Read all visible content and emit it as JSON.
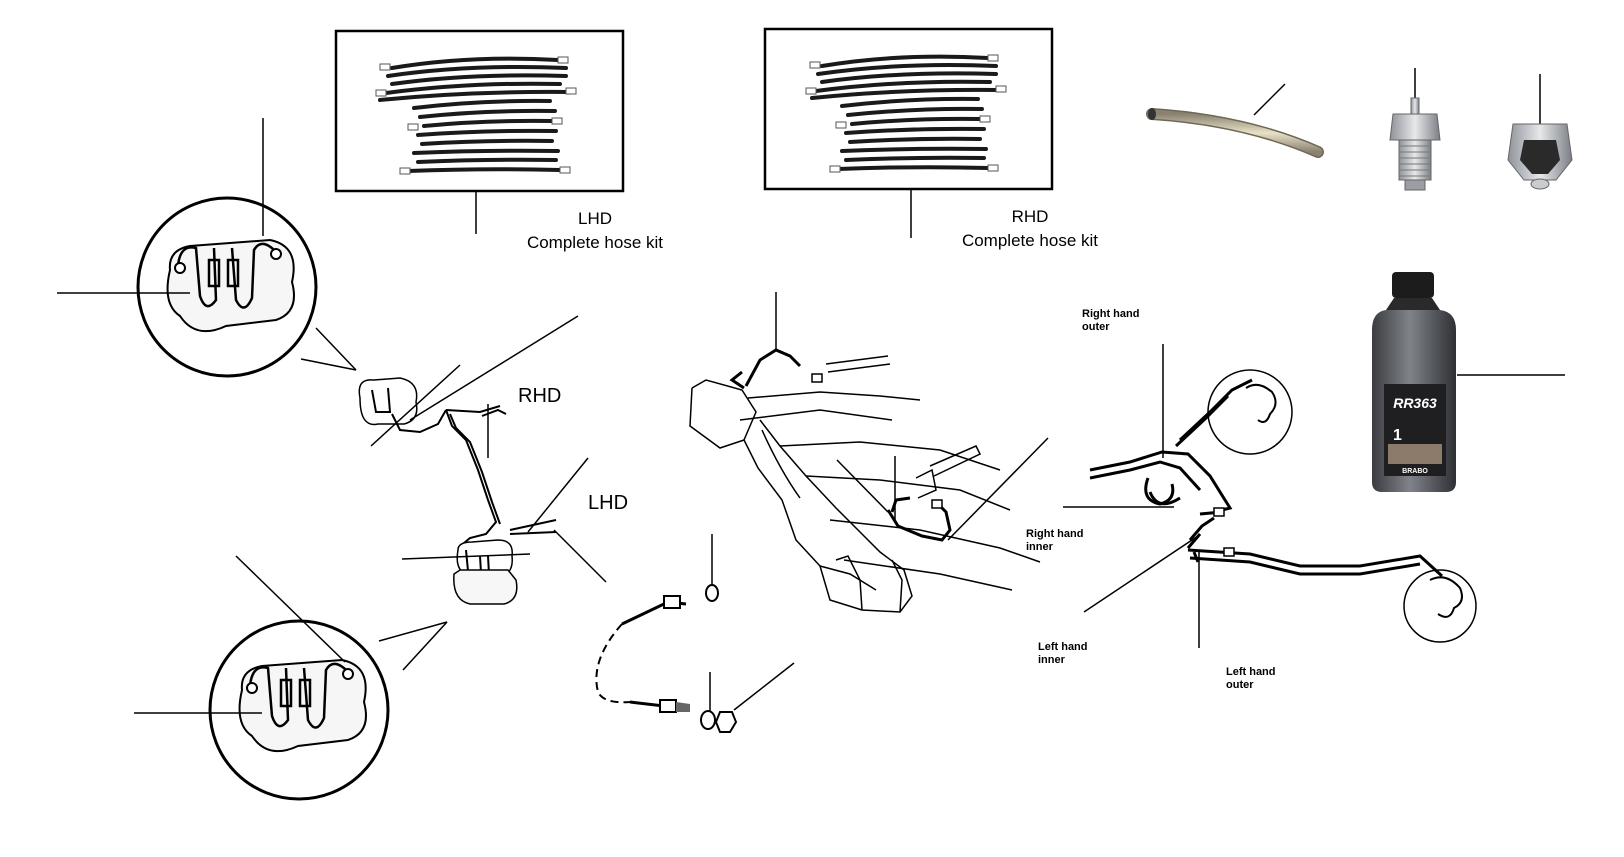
{
  "kits": [
    {
      "side": "LHD",
      "name": "Complete hose kit"
    },
    {
      "side": "RHD",
      "name": "Complete hose kit"
    }
  ],
  "side_labels": {
    "rhd": "RHD",
    "lhd": "LHD"
  },
  "hose_positions": {
    "right_outer": {
      "line1": "Right hand",
      "line2": "outer"
    },
    "right_inner": {
      "line1": "Right hand",
      "line2": "inner"
    },
    "left_inner": {
      "line1": "Left hand",
      "line2": "inner"
    },
    "left_outer": {
      "line1": "Left hand",
      "line2": "outer"
    }
  },
  "fluid_bottle": {
    "brand": "RR363",
    "volume": "1",
    "maker": "BRABO"
  },
  "colors": {
    "line": "#111111",
    "bottle": "#5a5d62",
    "cap": "#1c1c1c",
    "brass": "#c8c0a6"
  }
}
